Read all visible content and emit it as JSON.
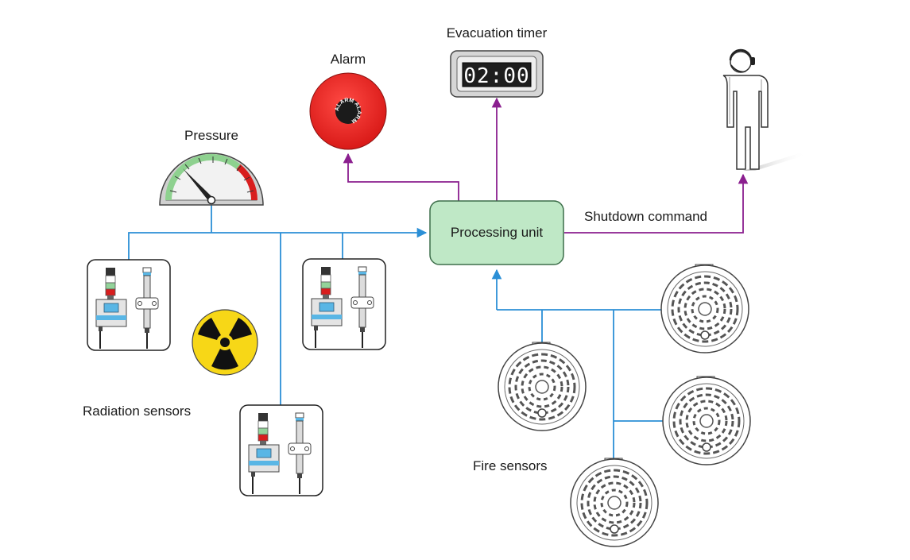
{
  "labels": {
    "evacuation_timer": "Evacuation timer",
    "alarm": "Alarm",
    "pressure": "Pressure",
    "processing_unit": "Processing unit",
    "shutdown_command": "Shutdown command",
    "radiation_sensors": "Radiation sensors",
    "fire_sensors": "Fire sensors"
  },
  "timer": {
    "display": "02:00"
  },
  "alarm_bell": {
    "text": "ALARM ALARM"
  },
  "colors": {
    "input_line": "#2b8fd6",
    "output_line": "#8b1f8f",
    "processing_fill": "#bfe8c6",
    "processing_stroke": "#3d6e4a",
    "alarm_red": "#e52421",
    "gauge_green": "#8ed18f",
    "gauge_red": "#d81e1e",
    "radiation_yellow": "#f7d717"
  }
}
